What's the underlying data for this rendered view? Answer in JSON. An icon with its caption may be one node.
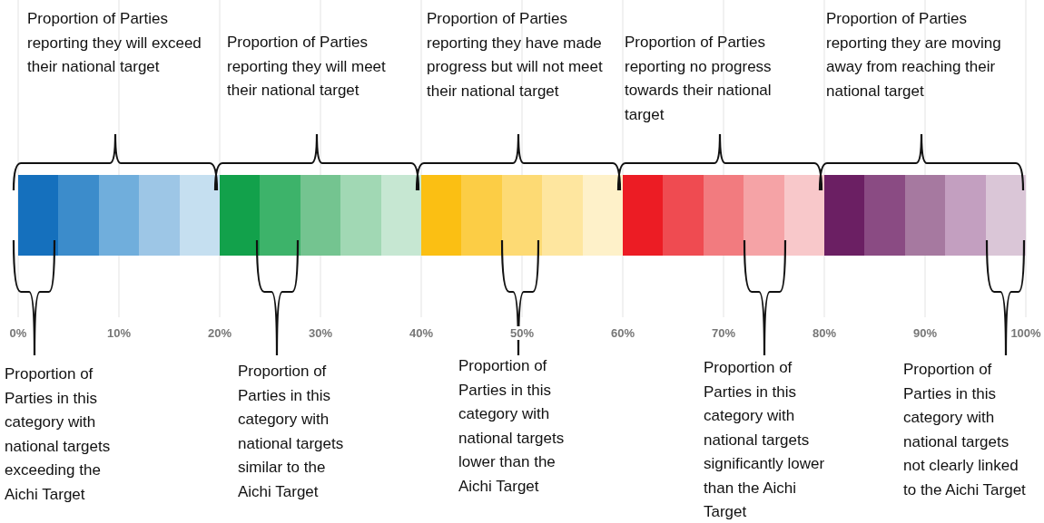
{
  "diagram": {
    "nodes": [
      {
        "text": [],
        "shape": "bar"
      },
      {
        "text": [],
        "shape": "bar"
      },
      {
        "text": [],
        "shape": "bar"
      },
      {
        "text": [],
        "shape": "bar"
      },
      {
        "text": [],
        "shape": "bar"
      },
      {
        "text": [],
        "shape": "bar"
      },
      {
        "text": [],
        "shape": "bar"
      },
      {
        "text": [],
        "shape": "bar"
      },
      {
        "text": [],
        "shape": "bar"
      },
      {
        "text": [],
        "shape": "bar"
      },
      {
        "text": [],
        "shape": "bar"
      },
      {
        "text": [],
        "shape": "bar"
      },
      {
        "text": [],
        "shape": "bar"
      },
      {
        "text": [],
        "shape": "bar"
      },
      {
        "text": [],
        "shape": "bar"
      },
      {
        "text": [],
        "shape": "bar"
      },
      {
        "text": [],
        "shape": "bar"
      },
      {
        "text": [],
        "shape": "bar"
      },
      {
        "text": [],
        "shape": "bar"
      },
      {
        "text": [],
        "shape": "bar"
      },
      {
        "text": [],
        "shape": "bar"
      },
      {
        "text": [],
        "shape": "bar"
      },
      {
        "text": [],
        "shape": "bar"
      },
      {
        "text": [],
        "shape": "bar"
      },
      {
        "text": [],
        "shape": "bar"
      }
    ],
    "labels": [
      "Proportion of Parties reporting they will exceed their national target",
      "Proportion of Parties reporting they will meet their national target",
      "Proportion of Parties reporting they have made progress but will not meet their national target",
      "Proportion of Parties reporting no progress towards their national target",
      "Proportion of Parties reporting they are moving away from reaching their national target",
      "0%",
      "10%",
      "20%",
      "30%",
      "40%",
      "50%",
      "60%",
      "70%",
      "80%",
      "90%",
      "100%",
      "Proportion of Parties in this category with national targets exceeding the Aichi Target",
      "Proportion of Parties in this category with national targets similar to the Aichi Target",
      "Proportion of Parties in this category with national targets lower than the Aichi Target",
      "Proportion of Parties in this category with national targets significantly lower than the Aichi Target",
      "Proportion of Parties in this category with national targets not clearly linked to the Aichi Target"
    ]
  }
}
